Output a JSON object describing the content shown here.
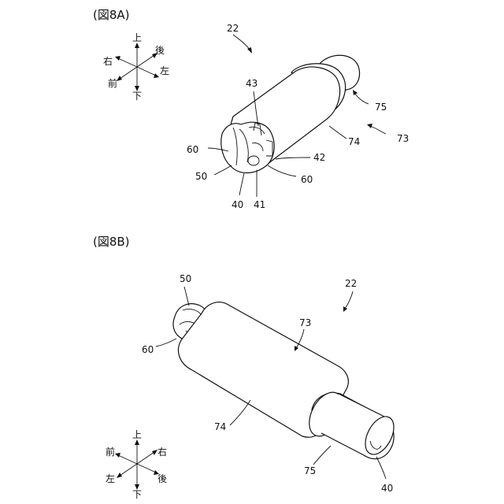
{
  "figure_a": {
    "title": "(図8A)",
    "assembly_ref": "22",
    "directions": {
      "up": "上",
      "down": "下",
      "left": "左",
      "right": "右",
      "front": "前",
      "back": "後"
    },
    "refs": [
      "43",
      "75",
      "73",
      "74",
      "60",
      "42",
      "50",
      "60",
      "40",
      "41"
    ]
  },
  "figure_b": {
    "title": "(図8B)",
    "assembly_ref": "22",
    "directions": {
      "up": "上",
      "down": "下",
      "left": "左",
      "right": "右",
      "front": "前",
      "back": "後"
    },
    "refs": [
      "50",
      "73",
      "60",
      "74",
      "75",
      "40"
    ]
  }
}
